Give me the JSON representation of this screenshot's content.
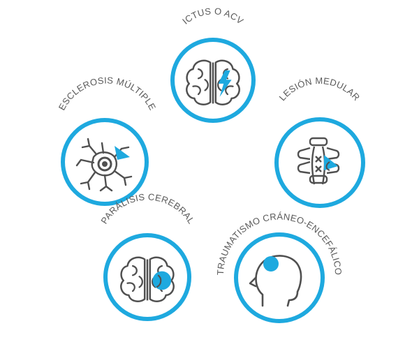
{
  "colors": {
    "accent": "#1ea9df",
    "icon_gray": "#505050",
    "label_gray": "#5a5a5a",
    "background": "#ffffff"
  },
  "conditions": [
    {
      "id": "ictus",
      "label": "ICTUS O ACV",
      "icon": "brain-lightning-icon"
    },
    {
      "id": "esclerosis",
      "label": "ESCLEROSIS MÚLTIPLE",
      "icon": "neuron-icon"
    },
    {
      "id": "lesion",
      "label": "LESIÓN MEDULAR",
      "icon": "spine-icon"
    },
    {
      "id": "paralisis",
      "label": "PARÁLISIS CEREBRAL",
      "icon": "brain-spot-icon"
    },
    {
      "id": "traumatismo",
      "label": "TRAUMATISMO CRÁNEO-ENCEFÁLICO",
      "icon": "head-profile-icon"
    }
  ]
}
